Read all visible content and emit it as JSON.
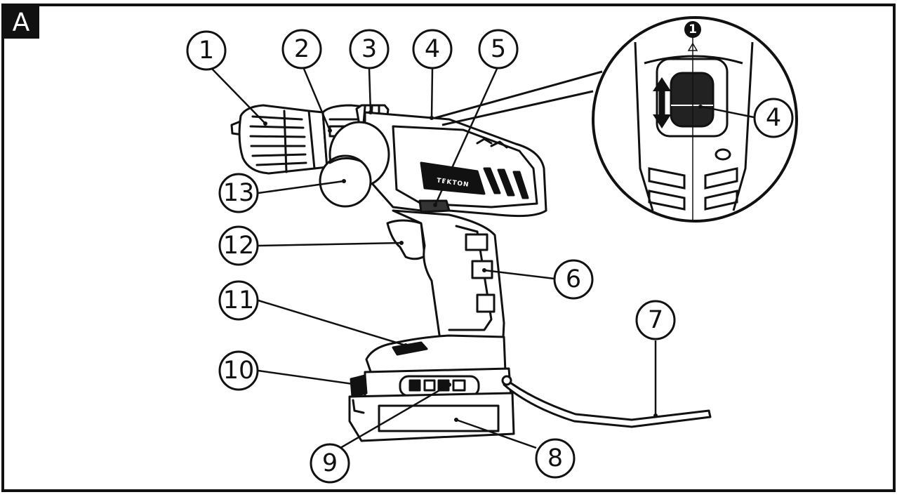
{
  "panel": {
    "letter": "A"
  },
  "brand": {
    "logo_text": "TEKTON"
  },
  "callouts": [
    {
      "id": "1",
      "label": "1"
    },
    {
      "id": "2",
      "label": "2"
    },
    {
      "id": "3",
      "label": "3"
    },
    {
      "id": "4",
      "label": "4"
    },
    {
      "id": "5",
      "label": "5"
    },
    {
      "id": "6",
      "label": "6"
    },
    {
      "id": "7",
      "label": "7"
    },
    {
      "id": "8",
      "label": "8"
    },
    {
      "id": "9",
      "label": "9"
    },
    {
      "id": "10",
      "label": "10"
    },
    {
      "id": "11",
      "label": "11"
    },
    {
      "id": "12",
      "label": "12"
    },
    {
      "id": "13",
      "label": "13"
    }
  ],
  "inset": {
    "callout_label": "4",
    "marker_label": "1"
  }
}
